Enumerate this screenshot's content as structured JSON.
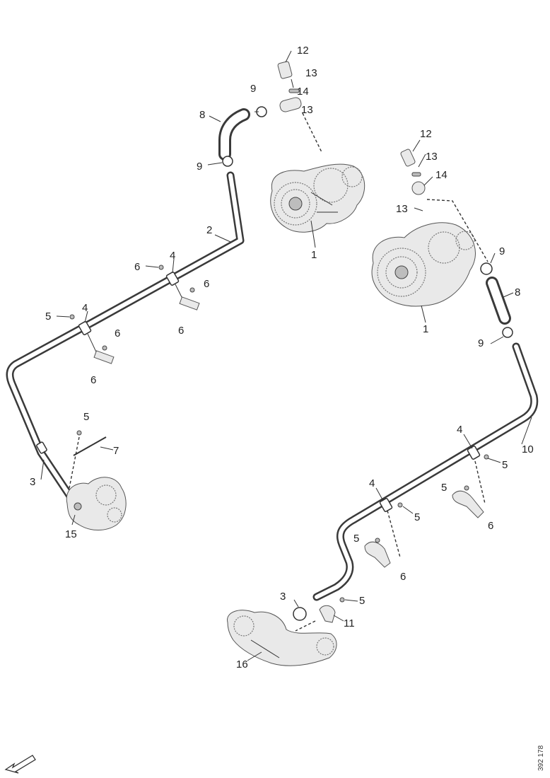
{
  "callouts": {
    "left_assembly": {
      "c12": "12",
      "c13a": "13",
      "c14": "14",
      "c13b": "13",
      "c9a": "9",
      "c8": "8",
      "c9b": "9",
      "c1": "1",
      "c2": "2",
      "c6a": "6",
      "c4a": "4",
      "c6b": "6",
      "c6c": "6",
      "c5a": "5",
      "c4b": "4",
      "c6d": "6",
      "c6e": "6",
      "c5b": "5",
      "c7": "7",
      "c3": "3",
      "c15": "15"
    },
    "right_assembly": {
      "c12": "12",
      "c13a": "13",
      "c14": "14",
      "c13b": "13",
      "c9a": "9",
      "c8": "8",
      "c1": "1",
      "c9b": "9",
      "c4a": "4",
      "c10": "10",
      "c5a": "5",
      "c5b": "5",
      "c6a": "6",
      "c4b": "4",
      "c5c": "5",
      "c5d": "5",
      "c6b": "6",
      "c3": "3",
      "c5e": "5",
      "c11": "11",
      "c16": "16"
    }
  },
  "document_id": "392 178",
  "icons": {
    "direction_arrow": "arrow-down-left-icon"
  }
}
